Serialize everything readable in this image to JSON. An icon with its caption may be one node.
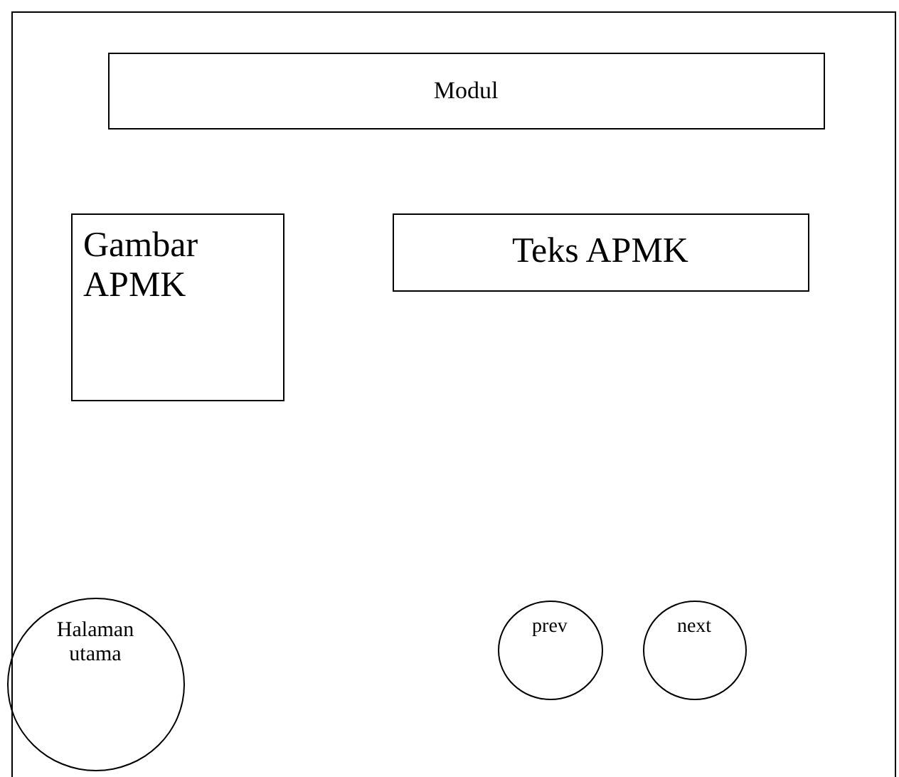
{
  "diagram": {
    "nodes": [
      {
        "text": [],
        "shape": "box"
      },
      {
        "text": [
          "Modul"
        ],
        "in": 0
      },
      {
        "text": [
          "Gambar APMK"
        ],
        "in": 0
      },
      {
        "text": [
          "Teks APMK"
        ],
        "in": 0
      },
      {
        "text": [
          "Halaman utama"
        ],
        "in": 0
      },
      {
        "text": [
          "prev"
        ],
        "in": 0
      },
      {
        "text": [
          "next"
        ],
        "in": 0
      }
    ]
  }
}
